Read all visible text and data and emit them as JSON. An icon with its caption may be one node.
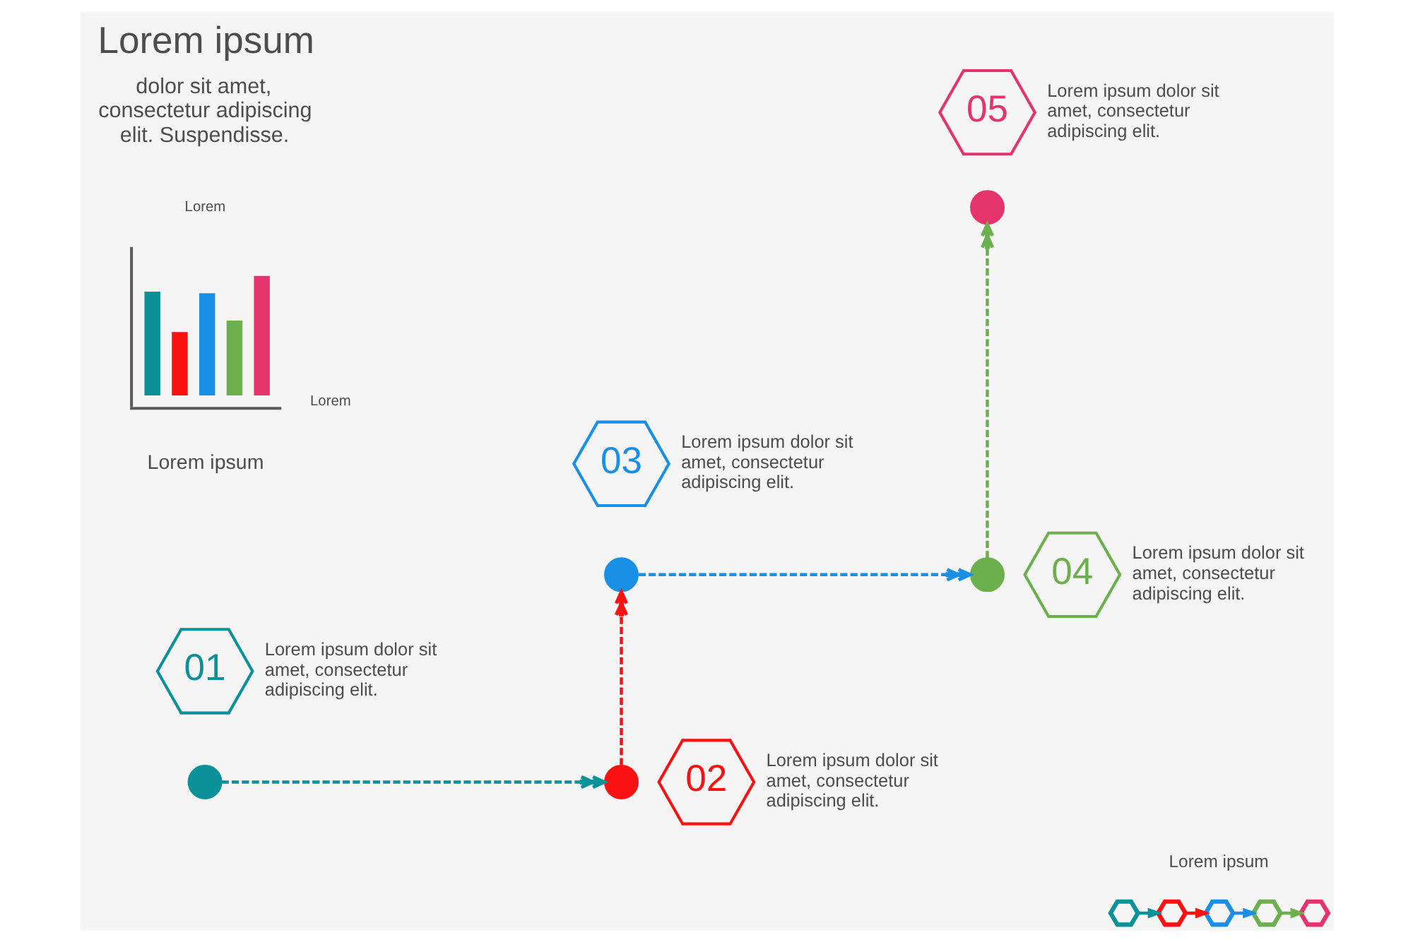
{
  "diagram": {
    "title": "Lorem ipsum",
    "nodes": [
      {
        "text": [
          "01"
        ],
        "beside": [
          "Lorem ipsum dolor sit amet, consectetur adipiscing elit."
        ]
      },
      {
        "text": [],
        "shape": "circle"
      },
      {
        "text": [
          "02"
        ],
        "beside": [
          "Lorem ipsum dolor sit amet, consectetur adipiscing elit."
        ]
      },
      {
        "text": [],
        "shape": "circle"
      },
      {
        "text": [
          "03"
        ],
        "beside": [
          "Lorem ipsum dolor sit amet, consectetur adipiscing elit."
        ]
      },
      {
        "text": [],
        "shape": "circle"
      },
      {
        "text": [
          "04"
        ],
        "beside": [
          "Lorem ipsum dolor sit amet, consectetur adipiscing elit."
        ]
      },
      {
        "text": [],
        "shape": "circle"
      },
      {
        "text": [
          "05"
        ],
        "beside": [
          "Lorem ipsum dolor sit amet, consectetur adipiscing elit."
        ]
      },
      {
        "text": [],
        "shape": "circle"
      },
      {
        "text": [],
        "shape": "hexagon"
      },
      {
        "text": [],
        "shape": "hexagon"
      },
      {
        "text": [],
        "shape": "hexagon"
      },
      {
        "text": [],
        "shape": "hexagon"
      },
      {
        "text": [],
        "shape": "hexagon"
      }
    ],
    "edges": [
      {
        "from": 1,
        "to": 3,
        "arrow": "to",
        "style": "dashed",
        "color": "#0b9199"
      },
      {
        "from": 3,
        "to": 5,
        "arrow": "to",
        "style": "dashed",
        "color": "#fa1212"
      },
      {
        "from": 5,
        "to": 7,
        "arrow": "to",
        "style": "dashed",
        "color": "#1a8fe6"
      },
      {
        "from": 7,
        "to": 9,
        "arrow": "to",
        "style": "dashed",
        "color": "#6cb04e"
      },
      {
        "from": 10,
        "to": 11,
        "arrow": "to",
        "color": "#0b9199"
      },
      {
        "from": 11,
        "to": 12,
        "arrow": "to",
        "color": "#fa1212"
      },
      {
        "from": 12,
        "to": 13,
        "arrow": "to",
        "color": "#1a8fe6"
      },
      {
        "from": 13,
        "to": 14,
        "arrow": "to",
        "color": "#6cb04e"
      }
    ],
    "labels": [
      "dolor sit amet, consectetur adipiscing elit. Suspendisse.",
      "Lorem",
      "Lorem",
      "Lorem ipsum",
      "Lorem ipsum"
    ]
  }
}
